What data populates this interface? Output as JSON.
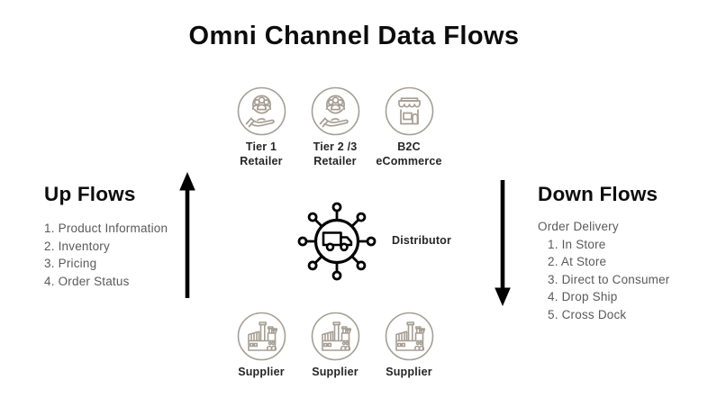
{
  "title": "Omni Channel Data Flows",
  "up_flows": {
    "heading": "Up Flows",
    "items": [
      "1. Product Information",
      "2. Inventory",
      "3. Pricing",
      "4. Order Status"
    ]
  },
  "down_flows": {
    "heading": "Down Flows",
    "intro": "Order Delivery",
    "items": [
      "1. In Store",
      "2. At Store",
      "3. Direct to Consumer",
      "4. Drop Ship",
      "5. Cross Dock"
    ]
  },
  "nodes": {
    "top": [
      {
        "icon": "hand-people-icon",
        "line1": "Tier 1",
        "line2": "Retailer"
      },
      {
        "icon": "hand-people-icon",
        "line1": "Tier 2 /3",
        "line2": "Retailer"
      },
      {
        "icon": "storefront-icon",
        "line1": "B2C",
        "line2": "eCommerce"
      }
    ],
    "center": {
      "icon": "distribution-network-icon",
      "label": "Distributor"
    },
    "bottom": [
      {
        "icon": "factory-icon",
        "label": "Supplier"
      },
      {
        "icon": "factory-icon",
        "label": "Supplier"
      },
      {
        "icon": "factory-icon",
        "label": "Supplier"
      }
    ]
  },
  "colors": {
    "background": "#ffffff",
    "icon_stroke": "#a69e94",
    "node_label": "#262626",
    "heading_text": "#0d0d0d",
    "list_text": "#5a5a5a",
    "arrow": "#000000"
  }
}
